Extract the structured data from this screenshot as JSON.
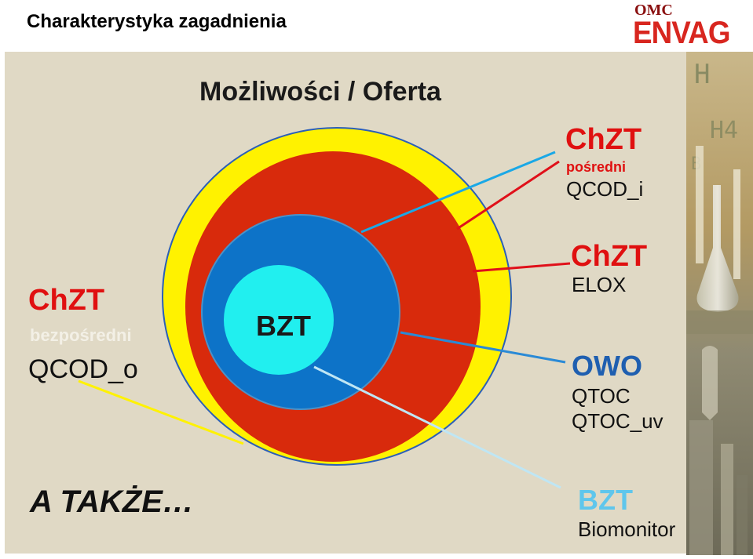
{
  "header": {
    "title": "Charakterystyka zagadnienia"
  },
  "logo": {
    "line1": "OMC",
    "line2": "ENVAG"
  },
  "diagram": {
    "title": "Możliwości / Oferta",
    "center_label": "BZT",
    "left": {
      "heading": "ChZT",
      "sub": "bezpośredni",
      "code": "QCOD_o"
    },
    "top_right": {
      "heading": "ChZT",
      "sub": "pośredni",
      "code": "QCOD_i"
    },
    "mid_right": {
      "heading": "ChZT",
      "code": "ELOX"
    },
    "owo": {
      "heading": "OWO",
      "code1": "QTOC",
      "code2": "QTOC_uv"
    },
    "bottom_right": {
      "heading": "BZT",
      "code": "Biomonitor"
    },
    "also": "A TAKŻE…",
    "colors": {
      "outer_ring": "#fff200",
      "red_ring": "#d82a0c",
      "blue_ring": "#0d73c8",
      "center": "#21efef",
      "background": "#e0d9c5"
    }
  }
}
